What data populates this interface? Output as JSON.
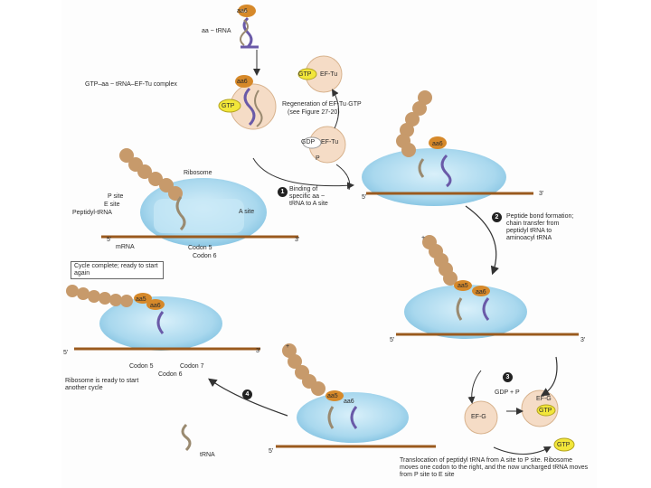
{
  "labels": {
    "aa_trna": "aa ~ tRNA",
    "ternary_complex": "GTP–aa ~ tRNA–EF-Tu complex",
    "regeneration": "Regeneration of EF-Tu·GTP",
    "see_figure": "(see Figure 27-20)",
    "pi": "P",
    "ribosome": "Ribosome",
    "p_site": "P site",
    "e_site": "E site",
    "peptidyl_trna": "Peptidyl-tRNA",
    "a_site": "A site",
    "mrna": "mRNA",
    "codon5": "Codon 5",
    "codon6": "Codon 6",
    "codon7": "Codon 7",
    "five_prime": "5'",
    "three_prime": "3'",
    "cycle_complete": "Cycle complete; ready to start again",
    "ribosome_ready": "Ribosome is ready to start another cycle",
    "trna": "tRNA",
    "plus": "+",
    "gdp_pi": "GDP + P"
  },
  "proteins": {
    "ef_tu": "EF-Tu",
    "ef_g": "EF-G",
    "gtp": "GTP",
    "gdp": "GDP"
  },
  "amino_acids": {
    "aa6": "aa6",
    "aa5": "aa5"
  },
  "steps": [
    {
      "number": "1",
      "text": "Binding of specific aa ~ tRNA to A site"
    },
    {
      "number": "2",
      "text": "Peptide bond formation; chain transfer from peptidyl tRNA to aminoacyl tRNA"
    },
    {
      "number": "3",
      "text": "Translocation of peptidyl tRNA from A site to P site. Ribosome moves one codon to the right, and the now uncharged tRNA moves from P site to E site"
    },
    {
      "number": "4",
      "text": ""
    }
  ],
  "colors": {
    "ribosome": "#a9d8ee",
    "ribosome_dark": "#7fc0e0",
    "mrna": "#9a5a1e",
    "peptide": "#c79a6b",
    "amino_acid": "#d6892a",
    "gtp": "#f2e63a",
    "trna_purple": "#6a5aa8",
    "trna_gray": "#9a8a70"
  }
}
